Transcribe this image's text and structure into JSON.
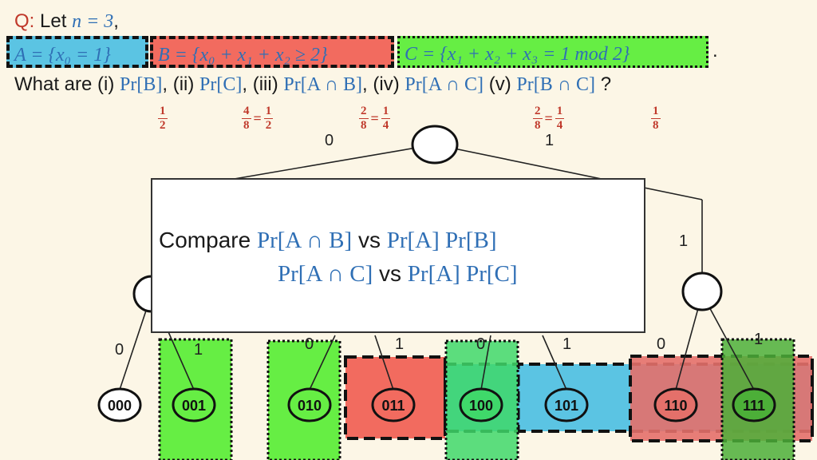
{
  "question": {
    "q_label": "Q:",
    "let_text": "Let",
    "n_assign": "n = 3",
    "comma": ",",
    "set_a": "A = {x₀ = 1}",
    "set_b": "B = {x₀ + x₁ + x₂ ≥ 2}",
    "set_c": "C = {x₁ + x₂ + x₃ = 1 mod 2}",
    "period": ".",
    "what_are": "What are (i)",
    "q1": "Pr[B]",
    "sep2": ", (ii)",
    "q2": "Pr[C]",
    "sep3": ", (iii)",
    "q3": "Pr[A ∩ B]",
    "sep4": ", (iv)",
    "q4": "Pr[A ∩ C]",
    "sep5": " (v)",
    "q5": "Pr[B ∩ C]",
    "end": " ?"
  },
  "answers": {
    "a1": {
      "num": "1",
      "den": "2"
    },
    "a2": {
      "num": "4",
      "den": "8",
      "eq": "=",
      "num2": "1",
      "den2": "2"
    },
    "a3": {
      "num": "2",
      "den": "8",
      "eq": "=",
      "num2": "1",
      "den2": "4"
    },
    "a4": {
      "num": "2",
      "den": "8",
      "eq": "=",
      "num2": "1",
      "den2": "4"
    },
    "a5": {
      "num": "1",
      "den": "8"
    }
  },
  "tree": {
    "root_edge_left": "0",
    "root_edge_right": "1",
    "right_edge_1": "1",
    "leaf_edges": [
      "0",
      "1",
      "0",
      "1",
      "0",
      "1",
      "0",
      "1"
    ],
    "leaves": [
      "000",
      "001",
      "010",
      "011",
      "100",
      "101",
      "110",
      "111"
    ]
  },
  "colors": {
    "background": "#fcf6e6",
    "set_a": "#5bc4e3",
    "set_b": "#f26b5f",
    "set_c": "#66ee44",
    "math_blue": "#2f6fb5",
    "answer_red": "#c0392b"
  },
  "compare": {
    "word": "Compare",
    "line1_left": "Pr[A ∩ B]",
    "vs1": "vs",
    "line1_right": "Pr[A] Pr[B]",
    "line2_left": "Pr[A ∩ C]",
    "vs2": "vs",
    "line2_right": "Pr[A] Pr[C]"
  }
}
